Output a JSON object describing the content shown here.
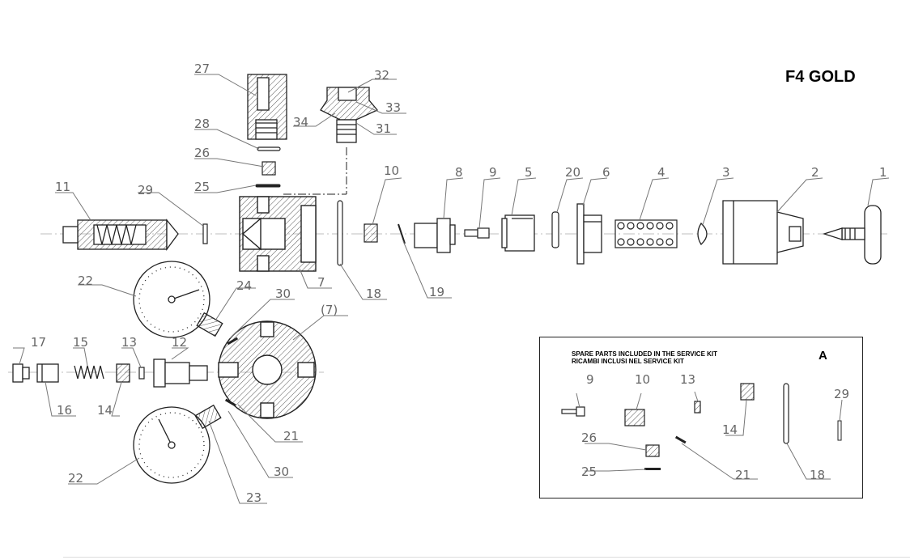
{
  "title": "F4 GOLD",
  "service_kit": {
    "letter": "A",
    "line1": "SPARE PARTS INCLUDED IN THE SERVICE KIT",
    "line2": "RICAMBI INCLUSI NEL SERVICE KIT",
    "parts": [
      "9",
      "10",
      "13",
      "14",
      "21",
      "26",
      "25",
      "18",
      "29"
    ]
  },
  "part_labels": [
    "1",
    "2",
    "3",
    "4",
    "5",
    "6",
    "8",
    "9",
    "20",
    "10",
    "11",
    "29",
    "25",
    "26",
    "28",
    "27",
    "32",
    "33",
    "34",
    "31",
    "7",
    "18",
    "19",
    "22",
    "24",
    "30",
    "(7)",
    "17",
    "15",
    "13",
    "12",
    "16",
    "14",
    "21",
    "30",
    "23",
    "22"
  ],
  "colors": {
    "line": "#222222",
    "leader": "#777777",
    "hatch": "#555555"
  }
}
